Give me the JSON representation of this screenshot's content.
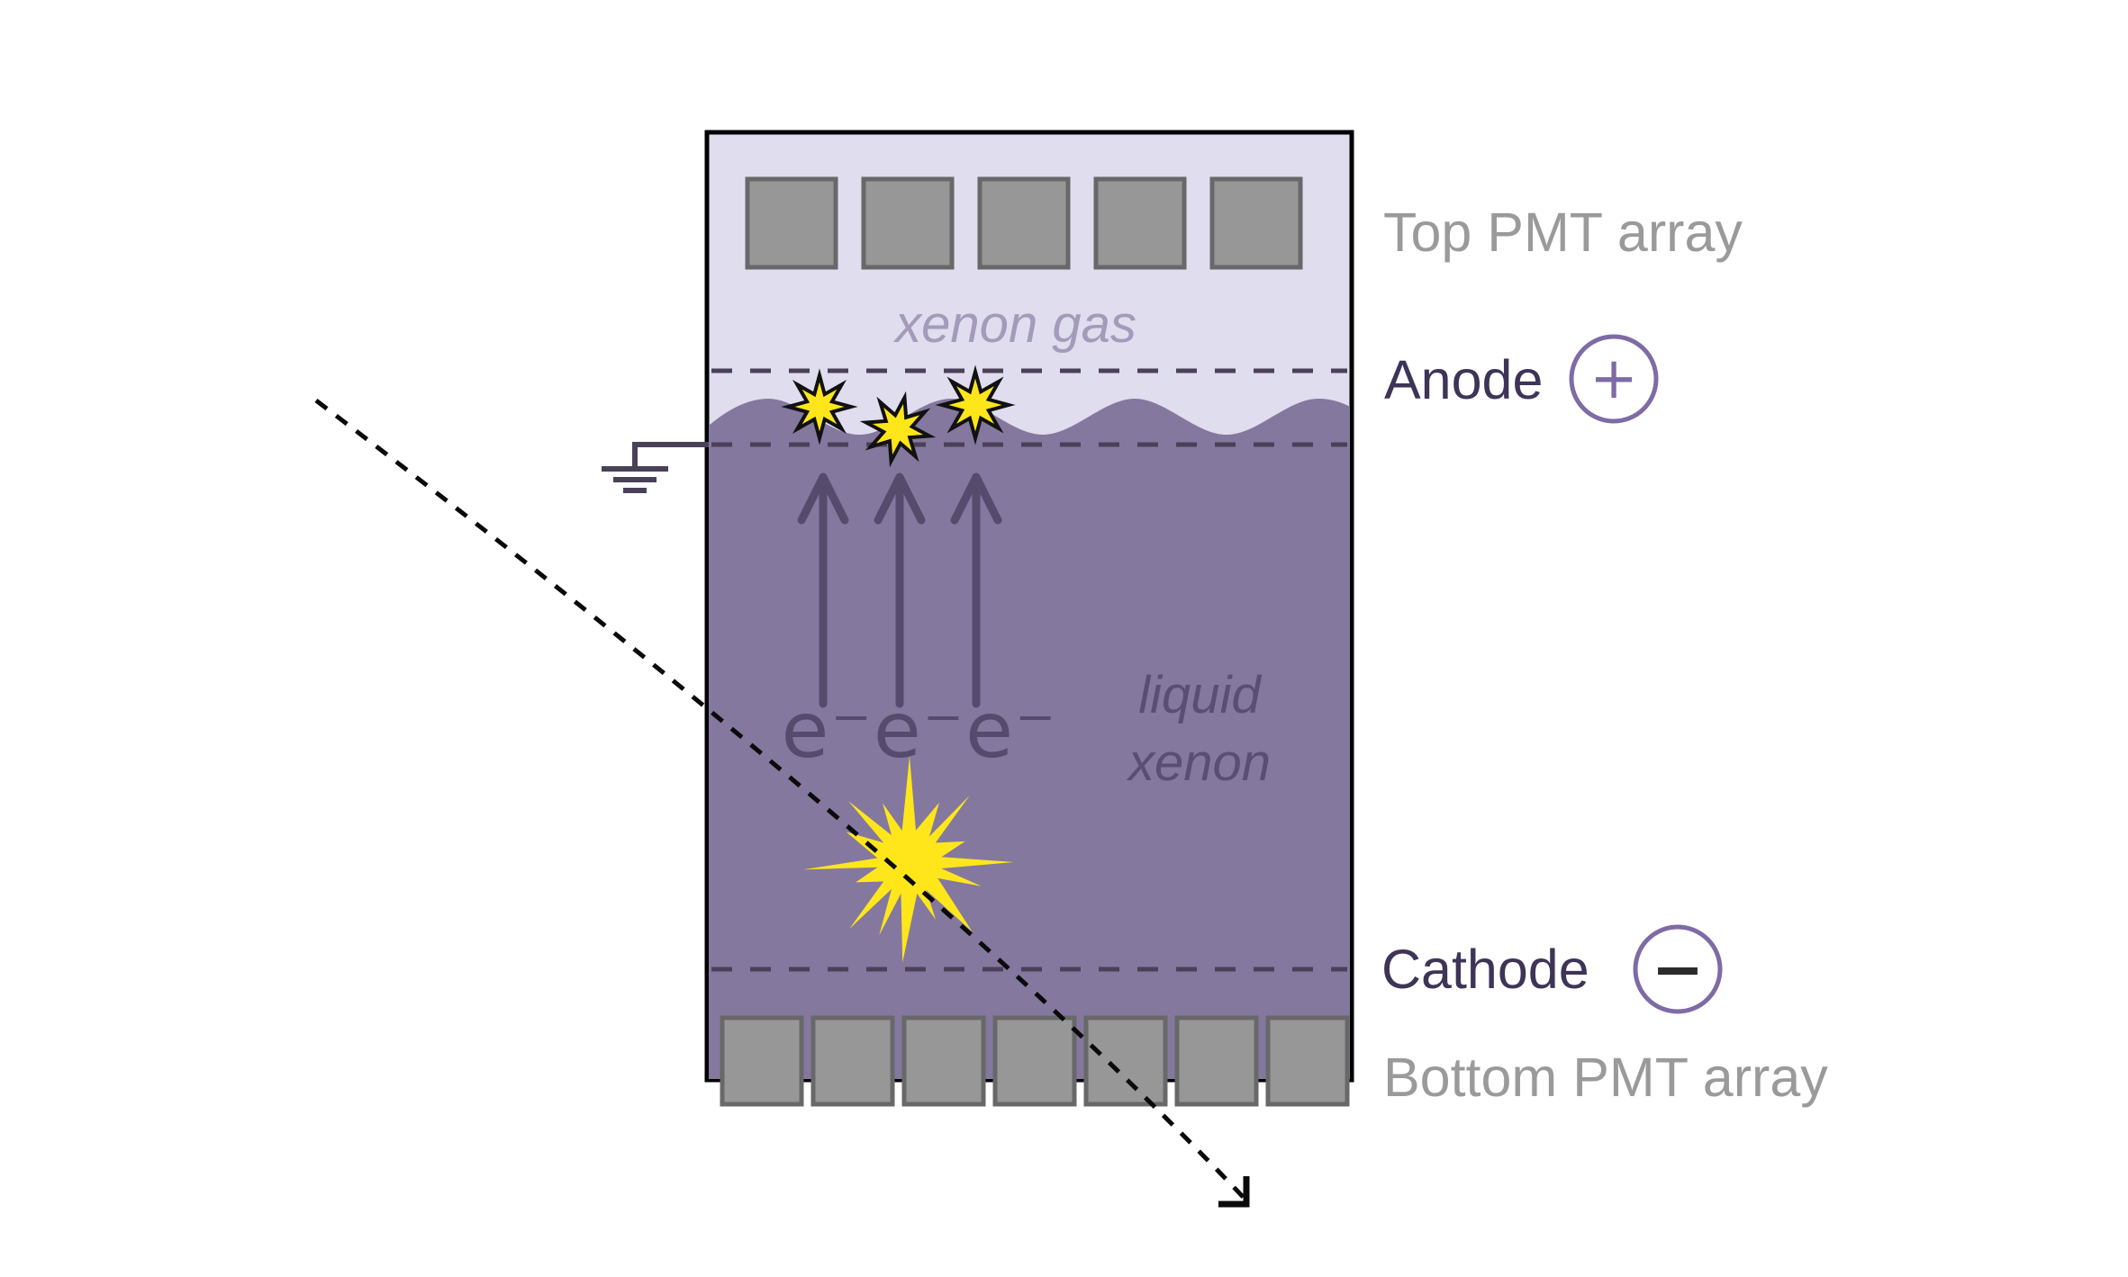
{
  "labels": {
    "top_pmt_array": "Top PMT array",
    "anode": "Anode",
    "anode_polarity": "+",
    "cathode": "Cathode",
    "cathode_polarity": "−",
    "bottom_pmt_array": "Bottom PMT array",
    "xenon_gas": "xenon gas",
    "liquid_xenon_line1": "liquid",
    "liquid_xenon_line2": "xenon",
    "electrons": "e⁻e⁻e⁻"
  },
  "pmt": {
    "top_count": 5,
    "bottom_count": 7
  },
  "colors": {
    "xenon_gas_fill": "#e0ddee",
    "liquid_xenon_fill": "#84789f",
    "pmt_fill": "#979797",
    "pmt_border": "#686868",
    "scintillation_yellow": "#ffe61a",
    "electrode_dash": "#4a4159",
    "drift_arrow": "#564b6c",
    "electrode_label_text": "#3e3457",
    "pmt_label_text": "#9a9a9a",
    "gas_text": "#a39bb9",
    "liquid_text": "#5a4f72",
    "polarity_circle": "#7e6ba6",
    "minus_sign": "#2b2b2b",
    "particle_track": "#0a0a0a",
    "vessel_border": "#000000"
  }
}
